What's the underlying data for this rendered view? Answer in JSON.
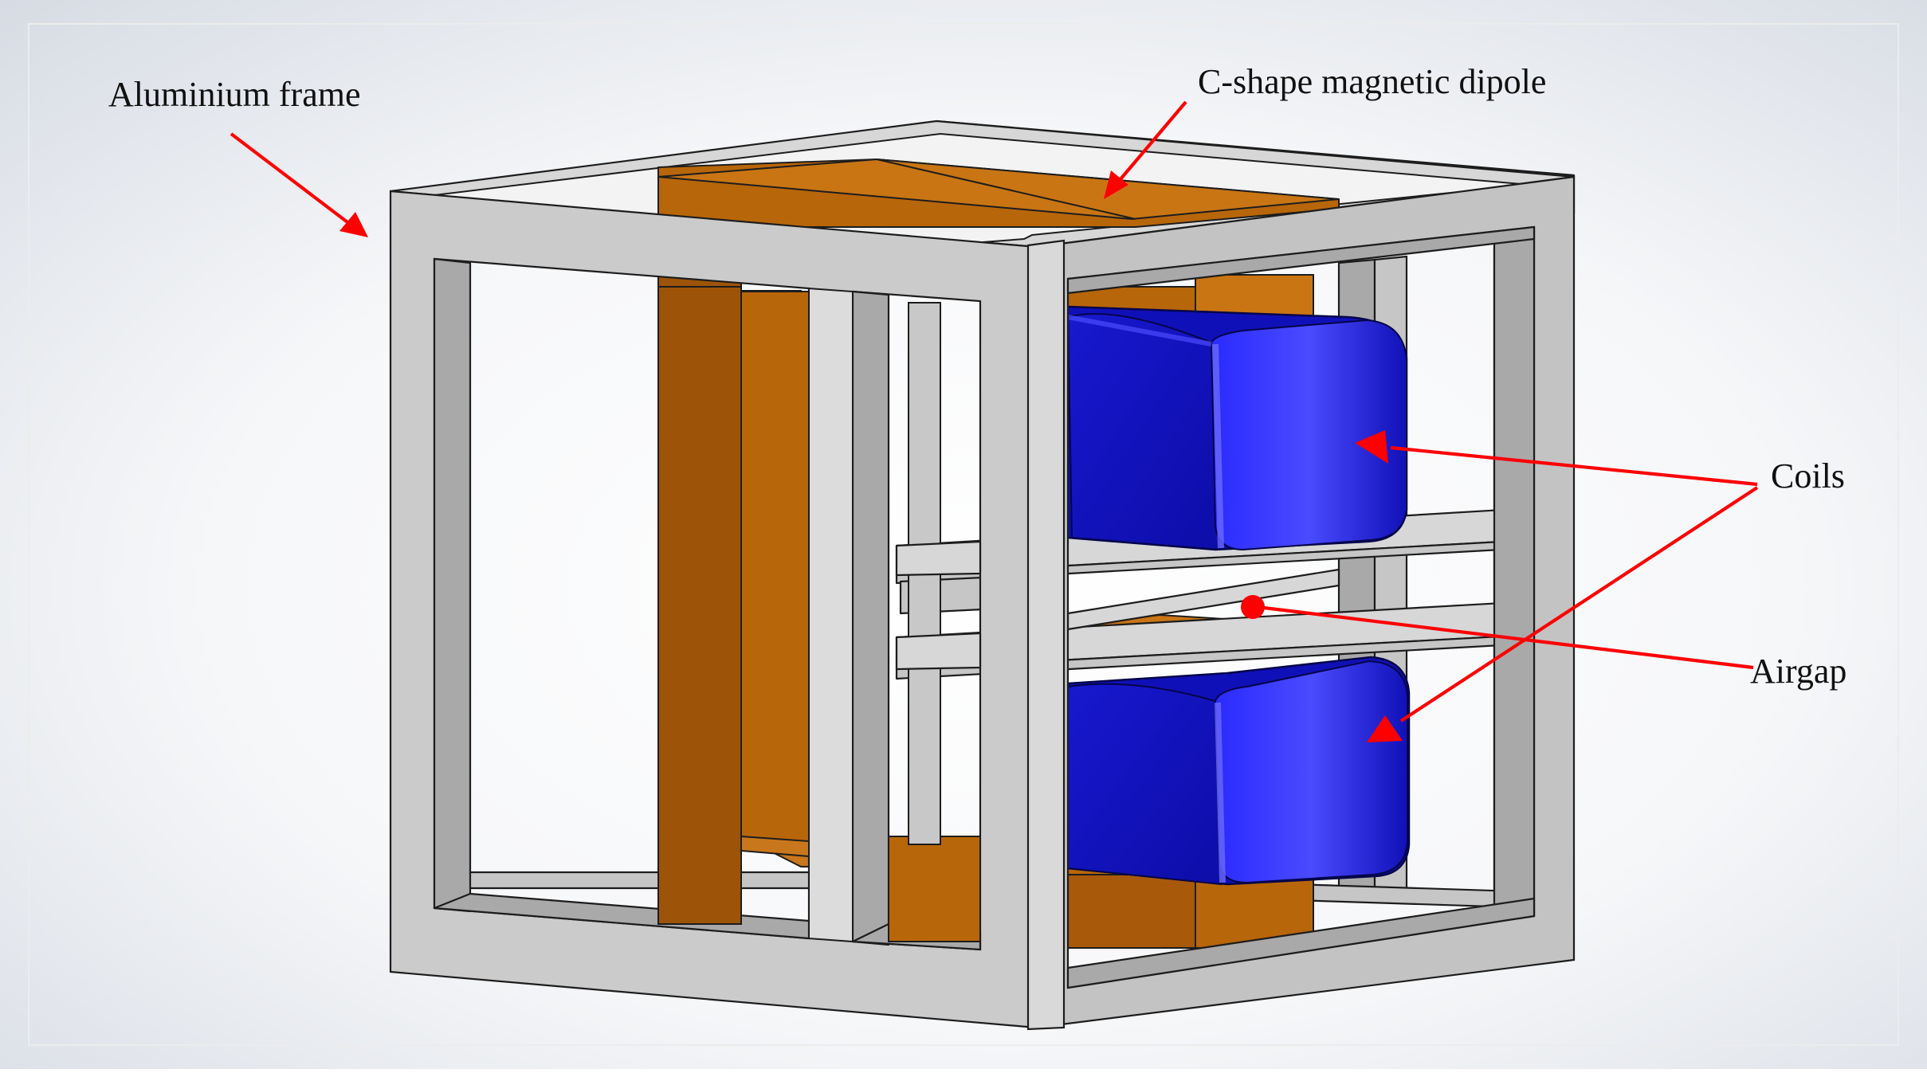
{
  "labels": {
    "frame": "Aluminium frame",
    "dipole": "C-shape magnetic dipole",
    "coils": "Coils",
    "airgap": "Airgap"
  },
  "colors": {
    "frame": "#c6c6c6",
    "core": "#b8660a",
    "core_shadow": "#8c4b06",
    "coil": "#1414c8",
    "coil_highlight": "#3d3dff",
    "arrow": "#ff0000",
    "background_top": "#ffffff",
    "background_side": "#d6dbe3"
  },
  "icons": {
    "arrow_head": "arrow-head-icon",
    "airgap_marker": "red-dot-icon"
  }
}
